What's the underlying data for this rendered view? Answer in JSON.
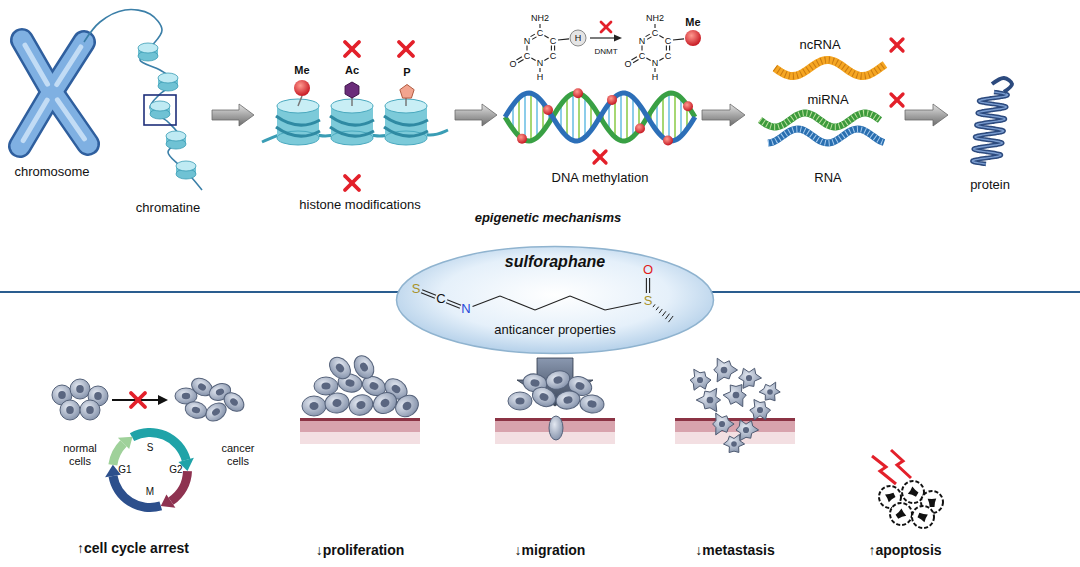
{
  "diagram": {
    "nodes": [
      {
        "text": [
          "sulforaphane",
          "anticancer properties"
        ]
      }
    ],
    "labels": [
      "chromosome",
      "chromatine",
      "Me",
      "Ac",
      "P",
      "histone modifications",
      "NH2",
      "C",
      "N",
      "C",
      "O",
      "N",
      "H",
      "C",
      "C",
      "H",
      "DNMT",
      "NH2",
      "C",
      "N",
      "C",
      "O",
      "N",
      "H",
      "C",
      "C",
      "Me",
      "DNA methylation",
      "ncRNA",
      "miRNA",
      "RNA",
      "protein",
      "epigenetic mechanisms",
      "S",
      "C",
      "N",
      "O",
      "S",
      "normal cells",
      "cancer cells",
      "G1",
      "S",
      "G2",
      "M",
      "↑cell cycle arrest",
      "↓proliferation",
      "↓migration",
      "↓metastasis",
      "↑apoptosis"
    ]
  }
}
